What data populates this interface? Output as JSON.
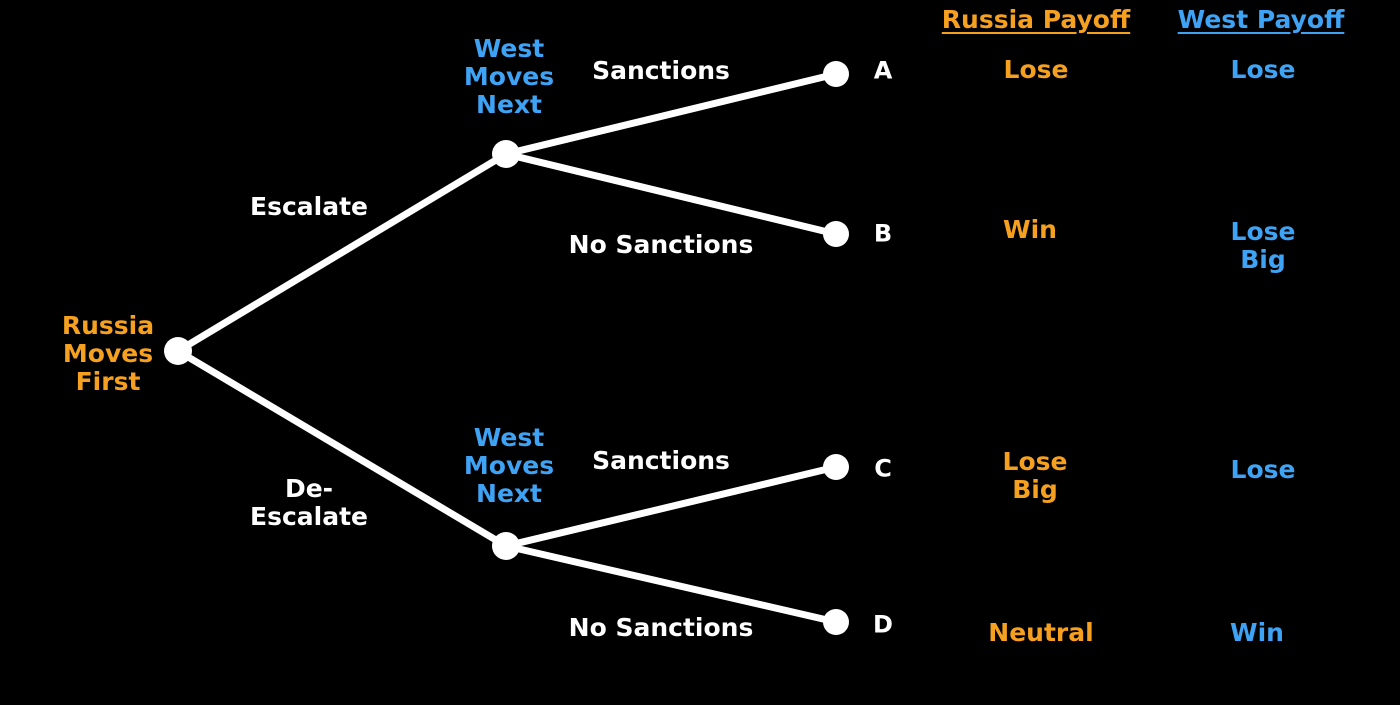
{
  "diagram": {
    "title_root": "Russia\nMoves\nFirst",
    "background_color": "#000000",
    "russia_color": "#F6A020",
    "west_color": "#3FA3F5",
    "edge_color": "#FFFFFF",
    "node_color": "#FFFFFF"
  },
  "columns": {
    "russia_payoff_header": "Russia Payoff",
    "west_payoff_header": "West Payoff"
  },
  "root": {
    "label": "Russia\nMoves\nFirst"
  },
  "decision_nodes": [
    {
      "id": "upper",
      "label": "West\nMoves\nNext"
    },
    {
      "id": "lower",
      "label": "West\nMoves\nNext"
    }
  ],
  "edges": {
    "root_upper": "Escalate",
    "root_lower": "De-\nEscalate",
    "upper_a": "Sanctions",
    "upper_b": "No Sanctions",
    "lower_c": "Sanctions",
    "lower_d": "No Sanctions"
  },
  "outcomes": [
    {
      "letter": "A",
      "russia_payoff": "Lose",
      "west_payoff": "Lose"
    },
    {
      "letter": "B",
      "russia_payoff": "Win",
      "west_payoff": "Lose\nBig"
    },
    {
      "letter": "C",
      "russia_payoff": "Lose\nBig",
      "west_payoff": "Lose"
    },
    {
      "letter": "D",
      "russia_payoff": "Neutral",
      "west_payoff": "Win"
    }
  ]
}
